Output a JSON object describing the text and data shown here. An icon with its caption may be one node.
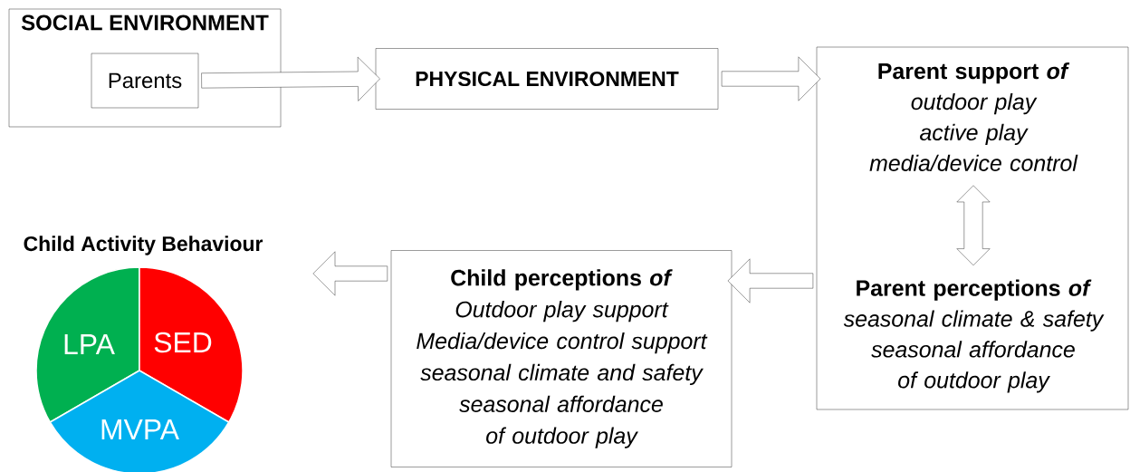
{
  "diagram": {
    "nodes": [
      {
        "text": [
          "SOCIAL ENVIRONMENT"
        ]
      },
      {
        "text": [
          "Parents"
        ],
        "in": 0
      },
      {
        "text": [
          "PHYSICAL ENVIRONMENT"
        ]
      },
      {
        "text": [],
        "shape": "box"
      },
      {
        "text": [
          "Parent support *of*",
          "outdoor play",
          "active play",
          "media/device control"
        ],
        "in": 3
      },
      {
        "text": [
          "Parent perceptions *of*",
          "seasonal climate & safety",
          "seasonal affordance of outdoor play"
        ],
        "in": 3
      },
      {
        "text": [
          "Child perceptions *of*",
          "Outdoor play support",
          "Media/device control support",
          "seasonal climate and safety",
          "seasonal affordance of outdoor play"
        ]
      },
      {
        "text": [
          "Child Activity Behaviour",
          "LPA",
          "SED",
          "MVPA"
        ]
      }
    ],
    "edges": [
      {
        "from": 1,
        "to": 2,
        "arrow": "to"
      },
      {
        "from": 2,
        "to": 3,
        "arrow": "to"
      },
      {
        "from": 4,
        "to": 5,
        "arrow": "both"
      },
      {
        "from": 3,
        "to": 6,
        "arrow": "to"
      },
      {
        "from": 6,
        "to": 7,
        "arrow": "to"
      }
    ]
  }
}
